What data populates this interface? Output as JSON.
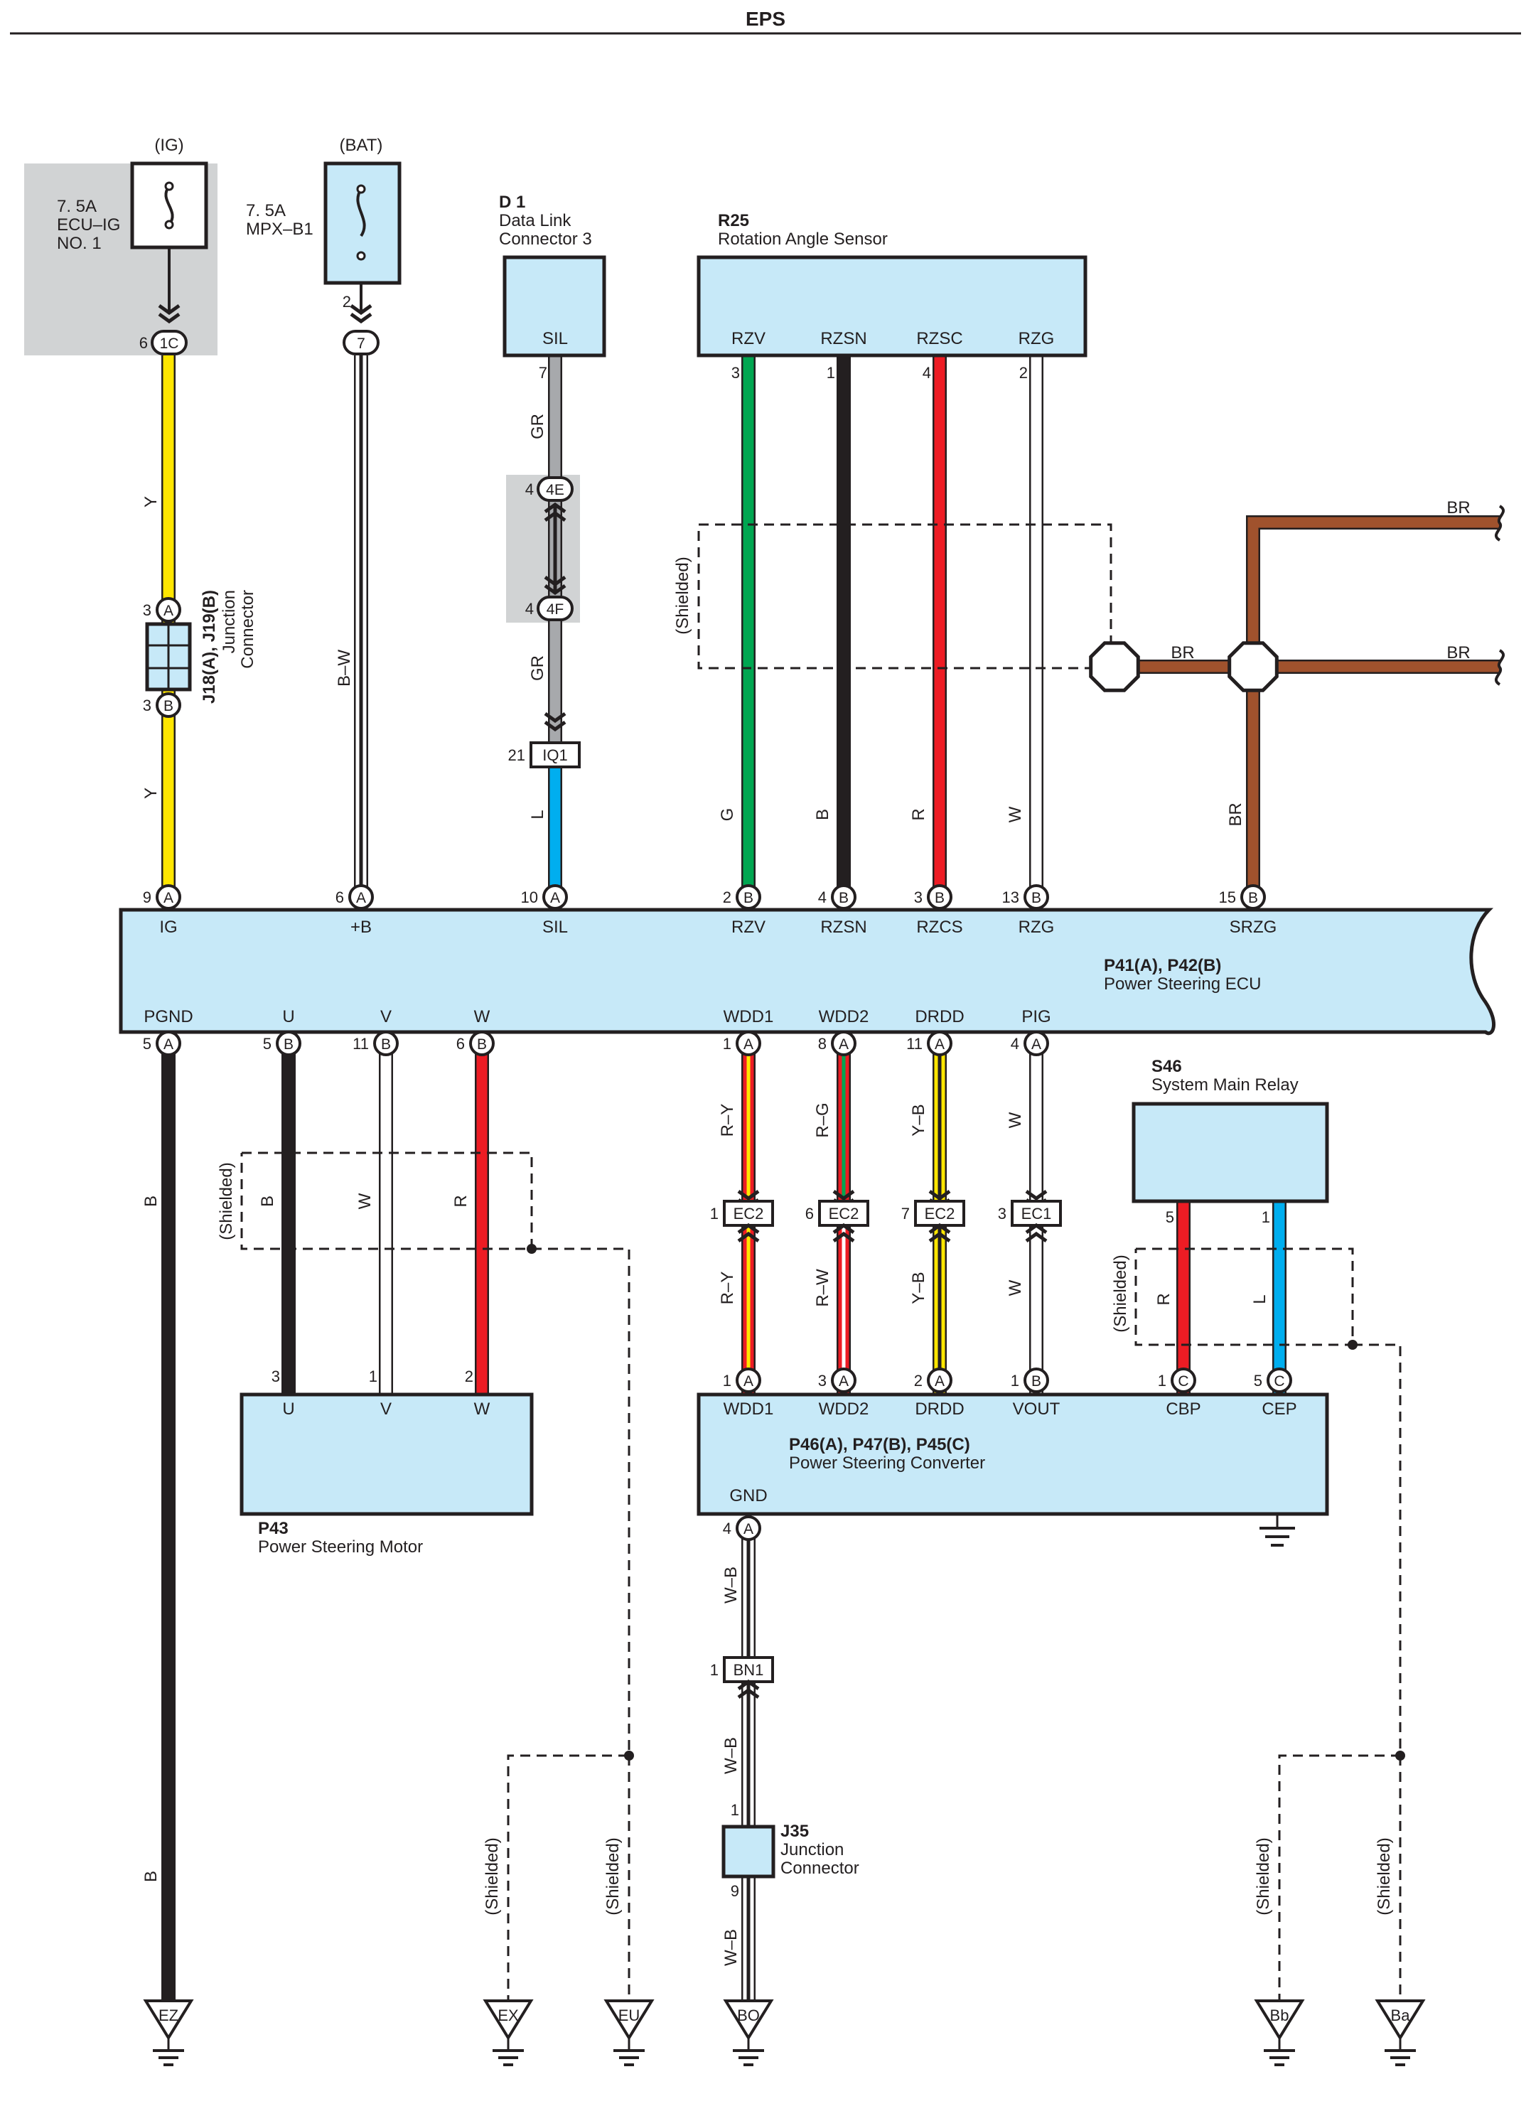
{
  "page": {
    "title": "EPS"
  },
  "components": {
    "fuse_ig": {
      "supply": "(IG)",
      "rating": "7. 5A",
      "name_line1": "ECU–IG",
      "name_line2": "NO. 1"
    },
    "fuse_bat": {
      "supply": "(BAT)",
      "rating": "7. 5A",
      "name": "MPX–B1"
    },
    "d1": {
      "code": "D 1",
      "name_line1": "Data Link",
      "name_line2": "Connector 3",
      "terminal": "SIL"
    },
    "r25": {
      "code": "R25",
      "name": "Rotation Angle Sensor",
      "terminals": [
        "RZV",
        "RZSN",
        "RZSC",
        "RZG"
      ]
    },
    "junction_j18": {
      "code": "J18(A), J19(B)",
      "name_line1": "Junction",
      "name_line2": "Connector"
    },
    "ecu": {
      "code": "P41(A), P42(B)",
      "name": "Power Steering ECU",
      "top_terminals": [
        "IG",
        "+B",
        "SIL",
        "RZV",
        "RZSN",
        "RZCS",
        "RZG",
        "SRZG"
      ],
      "bottom_terminals": [
        "PGND",
        "U",
        "V",
        "W",
        "WDD1",
        "WDD2",
        "DRDD",
        "PIG"
      ]
    },
    "s46": {
      "code": "S46",
      "name": "System Main Relay"
    },
    "p43": {
      "code": "P43",
      "name": "Power Steering Motor",
      "terminals": [
        "U",
        "V",
        "W"
      ]
    },
    "converter": {
      "code": "P46(A), P47(B), P45(C)",
      "name": "Power Steering Converter",
      "terminals": [
        "WDD1",
        "WDD2",
        "DRDD",
        "VOUT",
        "CBP",
        "CEP"
      ],
      "gnd_label": "GND"
    },
    "j35": {
      "code": "J35",
      "name_line1": "Junction",
      "name_line2": "Connector"
    }
  },
  "pins": {
    "ig_fuse_out": {
      "num": "6",
      "conn": "1C"
    },
    "bat_fuse_out": {
      "num": "2"
    },
    "bat_fuse_conn": {
      "conn": "7"
    },
    "d1_pin": {
      "num": "7"
    },
    "inline_4e": {
      "num": "4",
      "conn": "4E"
    },
    "inline_4f": {
      "num": "4",
      "conn": "4F"
    },
    "iq1": {
      "num": "21",
      "conn": "IQ1"
    },
    "j18_top": {
      "num": "3",
      "conn": "A"
    },
    "j18_bot": {
      "num": "3",
      "conn": "B"
    },
    "r25_pins": [
      "3",
      "1",
      "4",
      "2"
    ],
    "ecu_top_pins": [
      {
        "num": "9",
        "conn": "A"
      },
      {
        "num": "6",
        "conn": "A"
      },
      {
        "num": "10",
        "conn": "A"
      },
      {
        "num": "2",
        "conn": "B"
      },
      {
        "num": "4",
        "conn": "B"
      },
      {
        "num": "3",
        "conn": "B"
      },
      {
        "num": "13",
        "conn": "B"
      },
      {
        "num": "15",
        "conn": "B"
      }
    ],
    "ecu_bottom_pins": [
      {
        "num": "5",
        "conn": "A"
      },
      {
        "num": "5",
        "conn": "B"
      },
      {
        "num": "11",
        "conn": "B"
      },
      {
        "num": "6",
        "conn": "B"
      },
      {
        "num": "1",
        "conn": "A"
      },
      {
        "num": "8",
        "conn": "A"
      },
      {
        "num": "11",
        "conn": "A"
      },
      {
        "num": "4",
        "conn": "A"
      }
    ],
    "p43_pins": [
      "3",
      "1",
      "2"
    ],
    "ec_inline": [
      {
        "num": "1",
        "conn": "EC2"
      },
      {
        "num": "6",
        "conn": "EC2"
      },
      {
        "num": "7",
        "conn": "EC2"
      },
      {
        "num": "3",
        "conn": "EC1"
      }
    ],
    "conv_pins": [
      {
        "num": "1",
        "conn": "A"
      },
      {
        "num": "3",
        "conn": "A"
      },
      {
        "num": "2",
        "conn": "A"
      },
      {
        "num": "1",
        "conn": "B"
      },
      {
        "num": "1",
        "conn": "C"
      },
      {
        "num": "5",
        "conn": "C"
      }
    ],
    "s46_pins": [
      "5",
      "1"
    ],
    "conv_gnd": {
      "num": "4",
      "conn": "A"
    },
    "bn1": {
      "num": "1",
      "conn": "BN1"
    },
    "j35_pins": [
      "1",
      "9"
    ]
  },
  "wires": {
    "ig": "Y",
    "bat": "B–W",
    "sil_upper": "GR",
    "sil_mid": "GR",
    "sil_lower": "L",
    "r25": [
      "G",
      "B",
      "R",
      "W"
    ],
    "br": "BR",
    "pgnd": "B",
    "motor": [
      "B",
      "W",
      "R"
    ],
    "ecu_conv_upper": [
      "R–Y",
      "R–G",
      "Y–B",
      "W"
    ],
    "ecu_conv_lower": [
      "R–Y",
      "R–W",
      "Y–B",
      "W"
    ],
    "relay": [
      "R",
      "L"
    ],
    "gnd": "W–B",
    "shielded": "(Shielded)"
  },
  "grounds": [
    "EZ",
    "EX",
    "EU",
    "BO",
    "Bb",
    "Ba"
  ],
  "colors": {
    "Y": "#ffe600",
    "B": "#231f20",
    "G": "#00a651",
    "R": "#ed1c24",
    "L": "#00aeef",
    "GR": "#a7a9ac",
    "BR": "#a0522d",
    "W": "#ffffff",
    "component_fill": "#c7e9f8",
    "shade": "#d1d3d4"
  }
}
